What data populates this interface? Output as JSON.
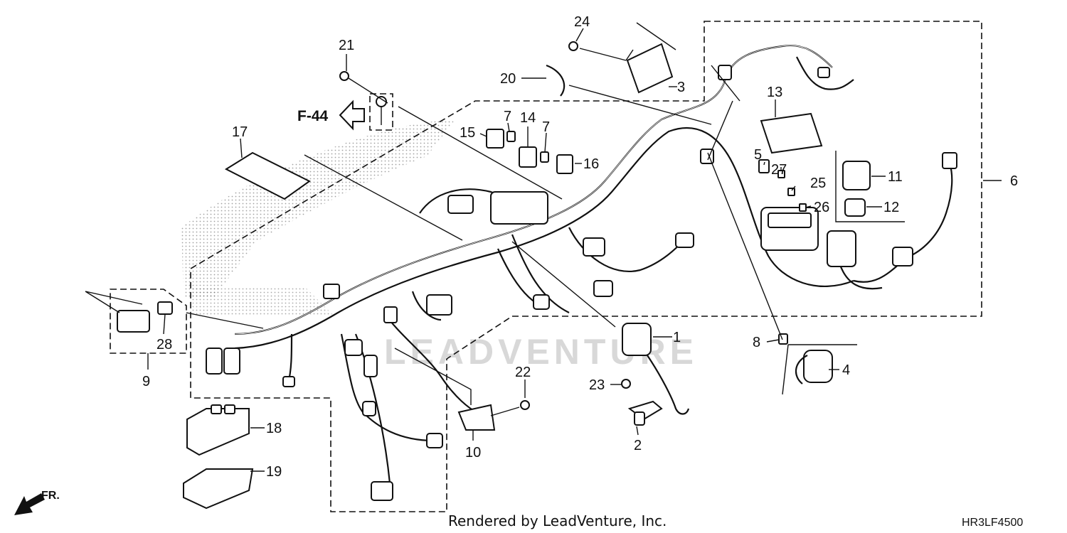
{
  "diagram": {
    "reference_label": "F-44",
    "front_label": "FR.",
    "watermark": "LEADVENTURE",
    "credit": "Rendered by LeadVenture, Inc.",
    "drawing_code": "HR3LF4500",
    "callouts": [
      "1",
      "2",
      "3",
      "4",
      "5",
      "6",
      "7",
      "7",
      "8",
      "9",
      "10",
      "11",
      "12",
      "13",
      "14",
      "15",
      "16",
      "17",
      "18",
      "19",
      "20",
      "21",
      "22",
      "23",
      "24",
      "25",
      "26",
      "27",
      "28"
    ]
  }
}
